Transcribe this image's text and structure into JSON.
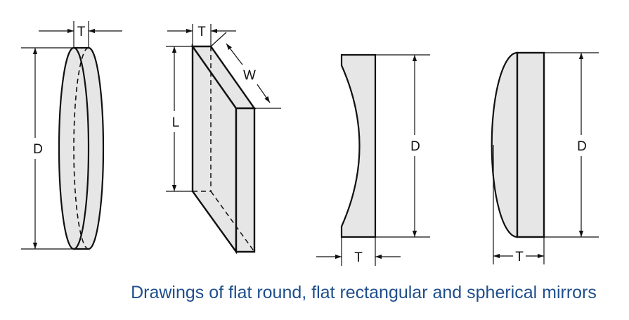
{
  "caption": "Drawings of flat round, flat rectangular and spherical mirrors",
  "colors": {
    "fill": "#e6e6e6",
    "stroke": "#111111",
    "caption": "#1f4e8c"
  },
  "figures": [
    {
      "name": "flat-round-mirror",
      "labels": {
        "thickness": "T",
        "diameter": "D"
      }
    },
    {
      "name": "flat-rectangular-mirror",
      "labels": {
        "thickness": "T",
        "width": "W",
        "length": "L"
      }
    },
    {
      "name": "concave-spherical-mirror",
      "labels": {
        "diameter": "D",
        "thickness": "T"
      }
    },
    {
      "name": "convex-spherical-mirror",
      "labels": {
        "diameter": "D",
        "thickness": "T"
      }
    }
  ]
}
